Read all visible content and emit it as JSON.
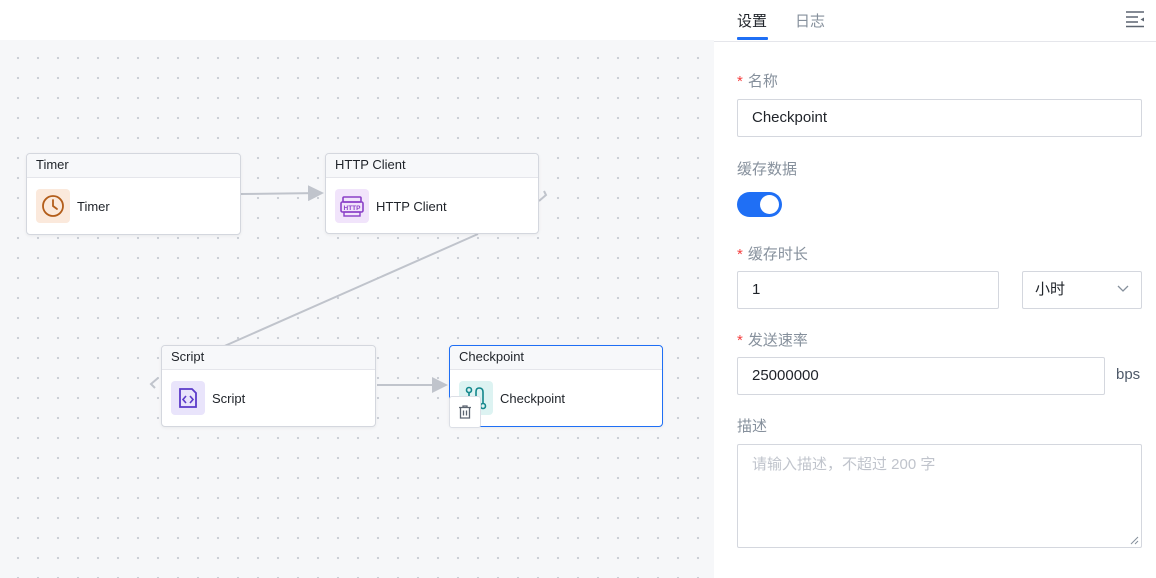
{
  "canvas": {
    "nodes": [
      {
        "id": "timer",
        "title": "Timer",
        "label": "Timer",
        "icon": "timer-clock-icon",
        "accent": "#b35d1a",
        "icon_bg": "#fbe9dc"
      },
      {
        "id": "http",
        "title": "HTTP Client",
        "label": "HTTP Client",
        "icon": "http-client-icon",
        "accent": "#8a3fc7",
        "icon_bg": "#f1e4fb"
      },
      {
        "id": "script",
        "title": "Script",
        "label": "Script",
        "icon": "script-code-icon",
        "accent": "#5b3ac9",
        "icon_bg": "#e9e4fb"
      },
      {
        "id": "checkpoint",
        "title": "Checkpoint",
        "label": "Checkpoint",
        "icon": "checkpoint-route-icon",
        "accent": "#13878c",
        "icon_bg": "#ddf3f2",
        "selected": true
      }
    ],
    "delete_icon": "trash-icon"
  },
  "panel": {
    "tabs": [
      {
        "label": "设置",
        "active": true
      },
      {
        "label": "日志",
        "active": false
      }
    ],
    "collapse_icon": "collapse-panel-icon",
    "fields": {
      "name": {
        "label": "名称",
        "required": true,
        "value": "Checkpoint"
      },
      "cache_data": {
        "label": "缓存数据",
        "enabled": true
      },
      "cache_duration": {
        "label": "缓存时长",
        "required": true,
        "value": "1",
        "unit_selected": "小时"
      },
      "send_rate": {
        "label": "发送速率",
        "required": true,
        "value": "25000000",
        "unit": "bps"
      },
      "description": {
        "label": "描述",
        "placeholder": "请输入描述，不超过 200 字"
      }
    },
    "required_mark": "*"
  },
  "colors": {
    "primary": "#1f6ff5",
    "required": "#f53f3f"
  }
}
